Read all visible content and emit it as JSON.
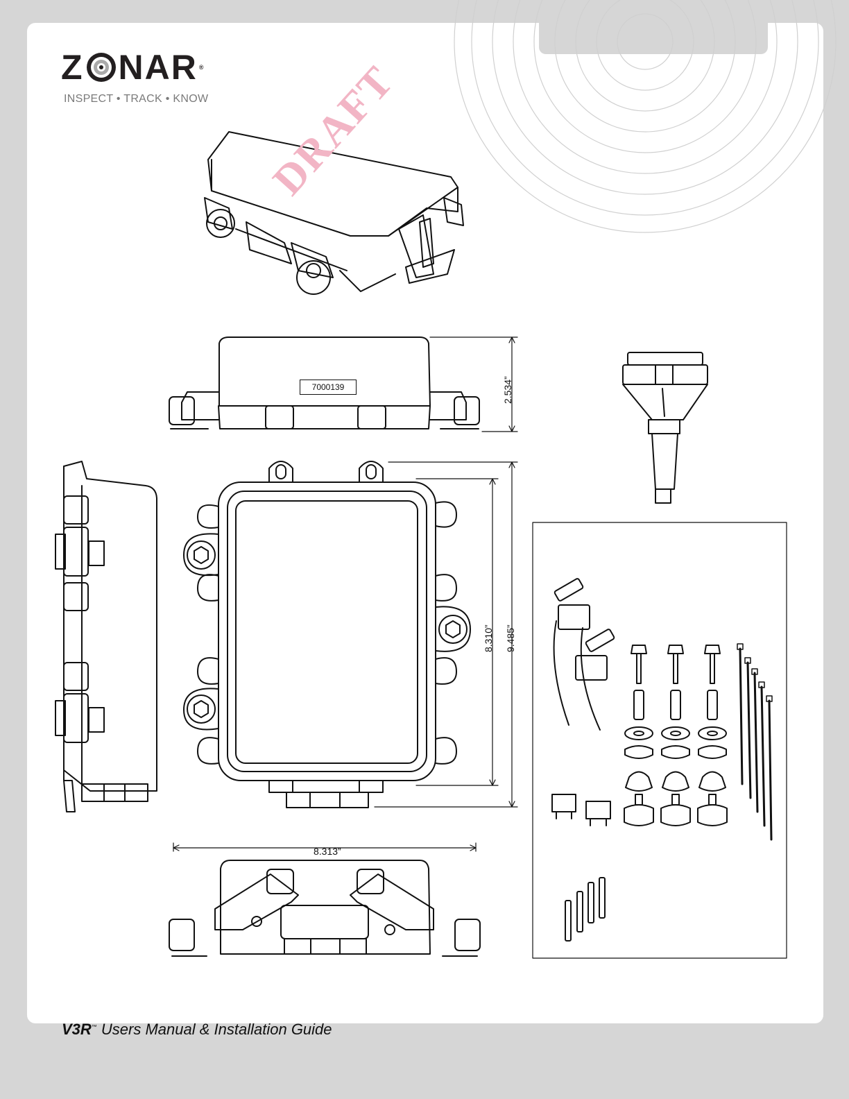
{
  "brand": {
    "logo_text_left": "Z",
    "logo_text_right": "NAR",
    "registered_mark": "®",
    "tagline": "INSPECT • TRACK • KNOW"
  },
  "watermark": "DRAFT",
  "drawing": {
    "serial_label": "7000139",
    "dimensions": {
      "height": "2.534”",
      "inner_length": "8.310”",
      "outer_length": "9.485”",
      "width": "8.313”"
    }
  },
  "footer": {
    "product": "V3R",
    "trademark": "™",
    "title": " Users Manual & Installation Guide"
  },
  "colors": {
    "background": "#d6d6d6",
    "page": "#ffffff",
    "watermark": "#f2b5c5",
    "line": "#111111"
  }
}
